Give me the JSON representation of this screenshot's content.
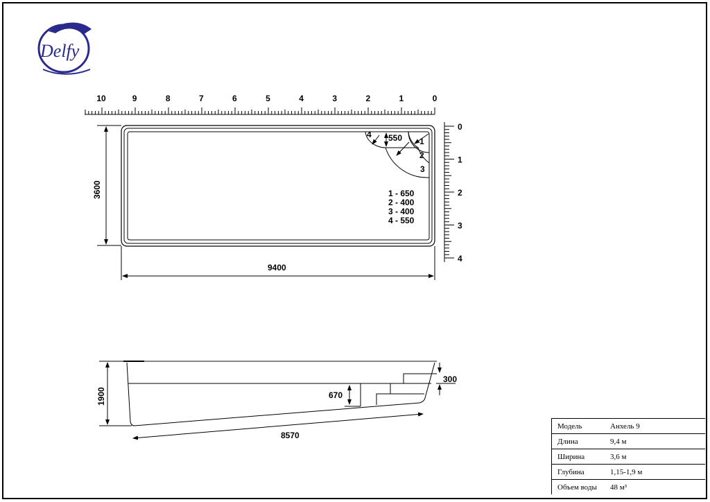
{
  "logo": {
    "text": "Delfy",
    "color": "#2a2a8c"
  },
  "ruler_top": {
    "labels": [
      "10",
      "9",
      "8",
      "7",
      "6",
      "5",
      "4",
      "3",
      "2",
      "1",
      "0"
    ]
  },
  "ruler_right": {
    "labels": [
      "0",
      "1",
      "2",
      "3",
      "4"
    ]
  },
  "plan": {
    "width_dim": "9400",
    "height_dim": "3600",
    "bench_dim": "550",
    "step_labels": [
      "1",
      "2",
      "3",
      "4"
    ],
    "legend": [
      "1 - 650",
      "2 - 400",
      "3 - 400",
      "4 - 550"
    ]
  },
  "section": {
    "depth_dim": "1900",
    "length_dim": "8570",
    "step_dim": "670",
    "top_step_dim": "300"
  },
  "spec": [
    {
      "key": "Модель",
      "value": "Анхель 9"
    },
    {
      "key": "Длина",
      "value": "9,4 м"
    },
    {
      "key": "Ширина",
      "value": "3,6 м"
    },
    {
      "key": "Глубина",
      "value": "1,15-1,9 м"
    },
    {
      "key": "Объем воды",
      "value": "48 м³"
    }
  ]
}
